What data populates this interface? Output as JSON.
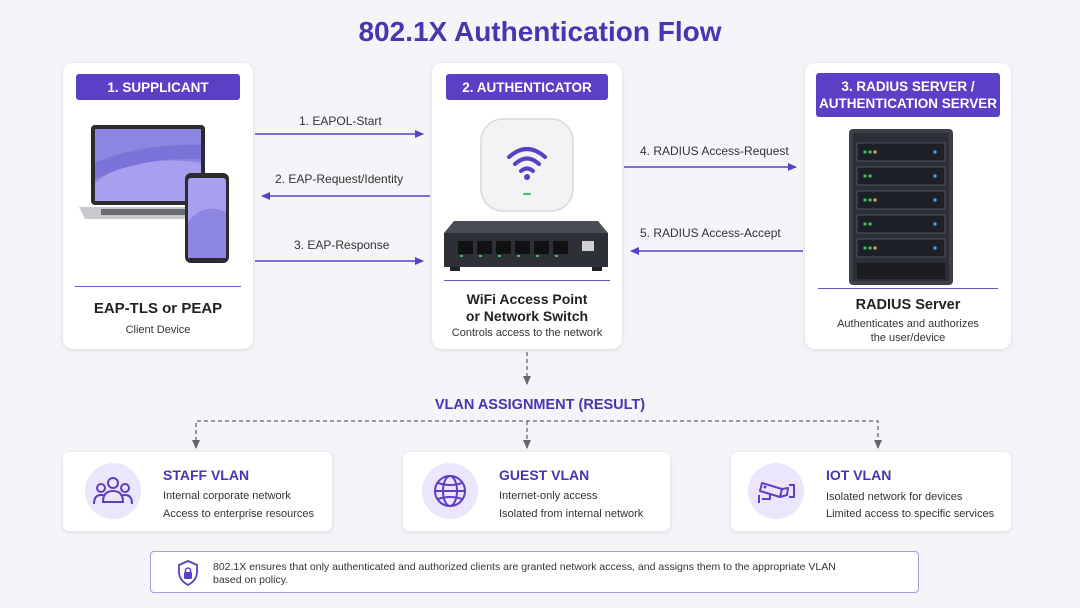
{
  "title": "802.1X Authentication Flow",
  "supplicant": {
    "header": "1. SUPPLICANT",
    "name": "EAP-TLS or PEAP",
    "desc": "Client Device",
    "icons": [
      "laptop-icon",
      "smartphone-icon"
    ]
  },
  "authenticator": {
    "header": "2. AUTHENTICATOR",
    "name_line1": "WiFi Access Point",
    "name_line2": "or Network Switch",
    "desc": "Controls access to the network",
    "icons": [
      "wifi-access-point-icon",
      "network-switch-icon"
    ]
  },
  "radius": {
    "header_line1": "3. RADIUS SERVER /",
    "header_line2": "AUTHENTICATION SERVER",
    "name": "RADIUS Server",
    "desc_line1": "Authenticates and authorizes",
    "desc_line2": "the user/device",
    "icons": [
      "server-rack-icon"
    ]
  },
  "flows": [
    {
      "label": "1. EAPOL-Start",
      "direction": "right"
    },
    {
      "label": "2. EAP-Request/Identity",
      "direction": "left"
    },
    {
      "label": "3. EAP-Response",
      "direction": "right"
    },
    {
      "label": "4. RADIUS Access-Request",
      "direction": "right"
    },
    {
      "label": "5. RADIUS Access-Accept",
      "direction": "left"
    }
  ],
  "vlan_heading": "VLAN ASSIGNMENT (RESULT)",
  "vlans": [
    {
      "title": "STAFF VLAN",
      "line1": "Internal corporate network",
      "line2": "Access to enterprise resources",
      "icon": "users-icon"
    },
    {
      "title": "GUEST VLAN",
      "line1": "Internet-only access",
      "line2": "Isolated from internal network",
      "icon": "globe-icon"
    },
    {
      "title": "IOT VLAN",
      "line1": "Isolated network for devices",
      "line2": "Limited access to specific services",
      "icon": "security-camera-icon"
    }
  ],
  "note": {
    "text": "802.1X ensures that only authenticated and authorized clients are granted network access, and assigns them to the appropriate VLAN based on policy.",
    "icon": "shield-lock-icon"
  },
  "colors": {
    "accent": "#5b3fc4",
    "title": "#4b34b0",
    "arrow": "#5b3fc4",
    "dashed": "#666666",
    "icon_bg": "#ebe6fb"
  }
}
